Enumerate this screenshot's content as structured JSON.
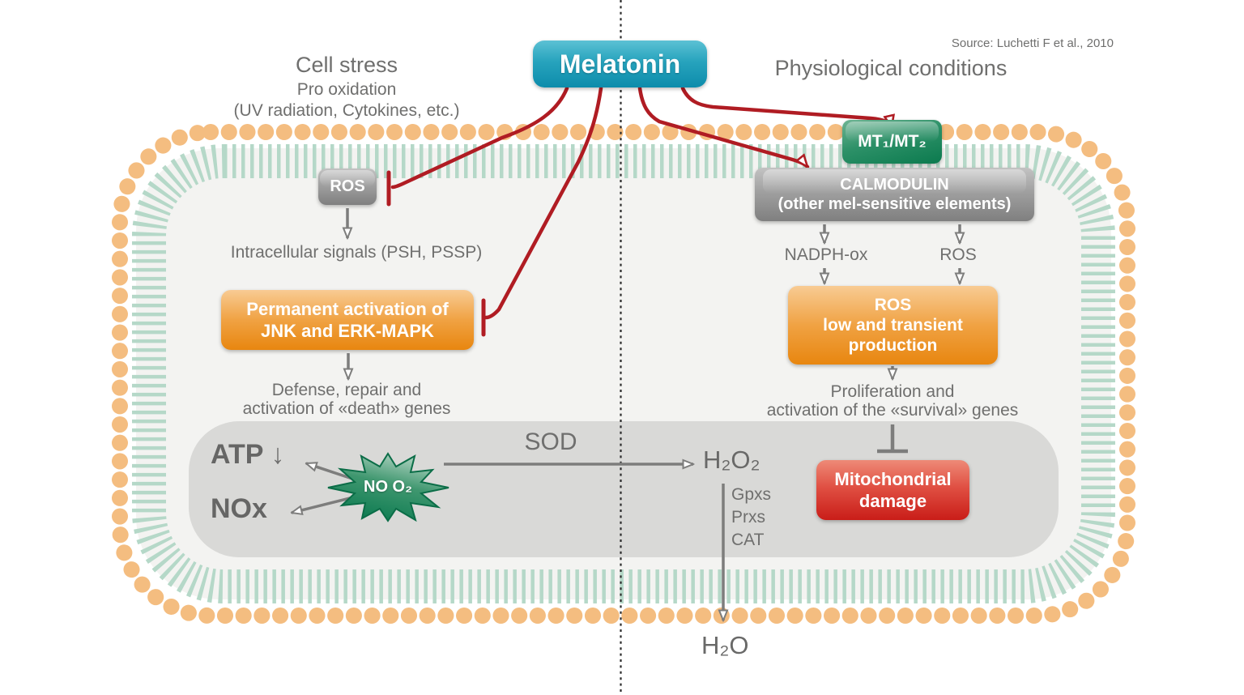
{
  "source_citation": "Source: Luchetti F et al., 2010",
  "header": {
    "melatonin": "Melatonin",
    "left_title": "Cell stress",
    "left_sub1": "Pro oxidation",
    "left_sub2": "(UV radiation, Cytokines, etc.)",
    "right_title": "Physiological conditions"
  },
  "left_pathway": {
    "ros_box": "ROS",
    "intracellular": "Intracellular signals (PSH, PSSP)",
    "jnk_line1": "Permanent activation of",
    "jnk_line2": "JNK and ERK-MAPK",
    "defense_line1": "Defense, repair and",
    "defense_line2": "activation of «death» genes"
  },
  "right_pathway": {
    "mt_receptors": "MT₁/MT₂",
    "calmodulin_line1": "CALMODULIN",
    "calmodulin_line2": "(other mel-sensitive elements)",
    "nadph_label": "NADPH-ox",
    "ros_label": "ROS",
    "ros_box_line1": "ROS",
    "ros_box_line2": "low and transient",
    "ros_box_line3": "production",
    "proliferation_line1": "Proliferation and",
    "proliferation_line2": "activation of the «survival» genes",
    "mito_line1": "Mitochondrial",
    "mito_line2": "damage"
  },
  "mitochondrion": {
    "atp": "ATP",
    "atp_arrow": "↓",
    "nox": "NOx",
    "burst": "NO O₂",
    "sod": "SOD",
    "h2o2": "H₂O₂",
    "enzymes": [
      "Gpxs",
      "Prxs",
      "CAT"
    ],
    "h2o": "H₂O"
  },
  "colors": {
    "membrane_head_orange": "#f4bd80",
    "membrane_tail_teal": "#b5d8c8",
    "cytoplasm_gray": "#f3f3f1",
    "organelle_gray": "#d9d9d7",
    "inhibition_red": "#b01c23",
    "arrow_gray": "#7d7d7c",
    "text_gray": "#6f6f6e",
    "melatonin_teal": "#0d8cab",
    "receptor_green": "#0b7a4e",
    "activation_orange": "#e8860f",
    "damage_red": "#c91d18",
    "box_gray": "#8a8a8a"
  }
}
